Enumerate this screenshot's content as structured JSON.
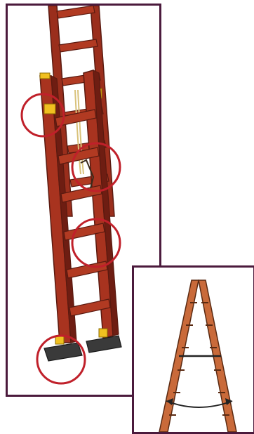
{
  "figure": {
    "main_panel": {
      "subject": "extension-ladder",
      "highlight_circles": 4,
      "colors": {
        "frame": "#4b1a3c",
        "rail": "#a8331f",
        "rail_dark": "#6e1d12",
        "rung": "#b13a22",
        "circle": "#c0202a",
        "guide": "#f0c020",
        "foot": "#3a3a3a"
      }
    },
    "inset_panel": {
      "subject": "a-frame-ladder",
      "colors": {
        "rail": "#c96a3a",
        "rail_outline": "#5a2a12",
        "spreader": "#222222",
        "arrow": "#222222"
      }
    }
  }
}
